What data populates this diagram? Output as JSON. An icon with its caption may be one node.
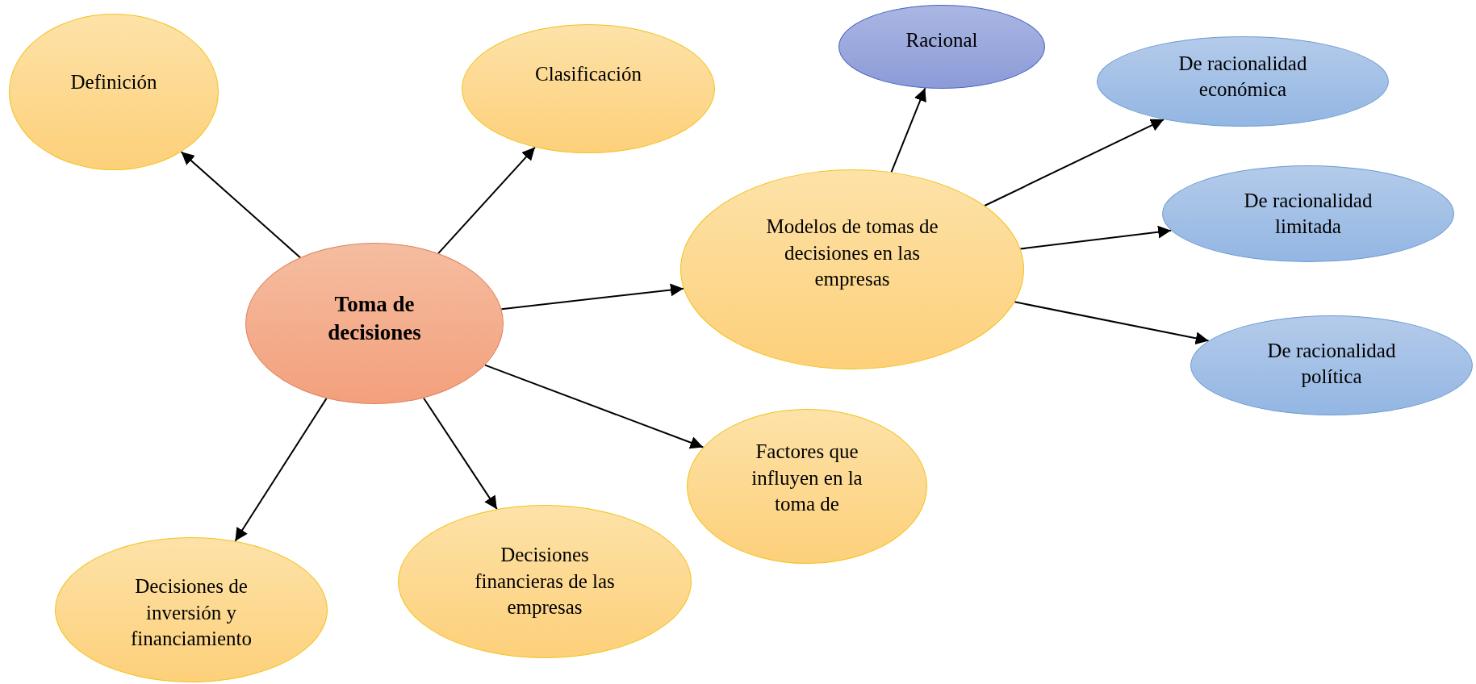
{
  "diagram": {
    "nodes": [
      {
        "text": [
          "Definición"
        ]
      },
      {
        "text": [
          "Clasificación"
        ]
      },
      {
        "text": [
          "Racional"
        ]
      },
      {
        "text": [
          "De racionalidad económica"
        ]
      },
      {
        "text": [
          "De racionalidad limitada"
        ]
      },
      {
        "text": [
          "Modelos de tomas de decisiones en las empresas"
        ]
      },
      {
        "text": [
          "Toma de decisiones"
        ]
      },
      {
        "text": [
          "De racionalidad política"
        ]
      },
      {
        "text": [
          "Factores que influyen en la toma de"
        ]
      },
      {
        "text": [
          "Decisiones financieras de las empresas"
        ]
      },
      {
        "text": [
          "Decisiones de inversión y financiamiento"
        ]
      }
    ],
    "edges": [
      {
        "from": 6,
        "to": 0,
        "arrow": "to"
      },
      {
        "from": 6,
        "to": 1,
        "arrow": "to"
      },
      {
        "from": 6,
        "to": 5,
        "arrow": "to"
      },
      {
        "from": 6,
        "to": 8,
        "arrow": "to"
      },
      {
        "from": 6,
        "to": 9,
        "arrow": "to"
      },
      {
        "from": 6,
        "to": 10,
        "arrow": "to"
      },
      {
        "from": 5,
        "to": 2,
        "arrow": "to"
      },
      {
        "from": 5,
        "to": 3,
        "arrow": "to"
      },
      {
        "from": 5,
        "to": 4,
        "arrow": "to"
      },
      {
        "from": 5,
        "to": 7,
        "arrow": "to"
      }
    ]
  }
}
